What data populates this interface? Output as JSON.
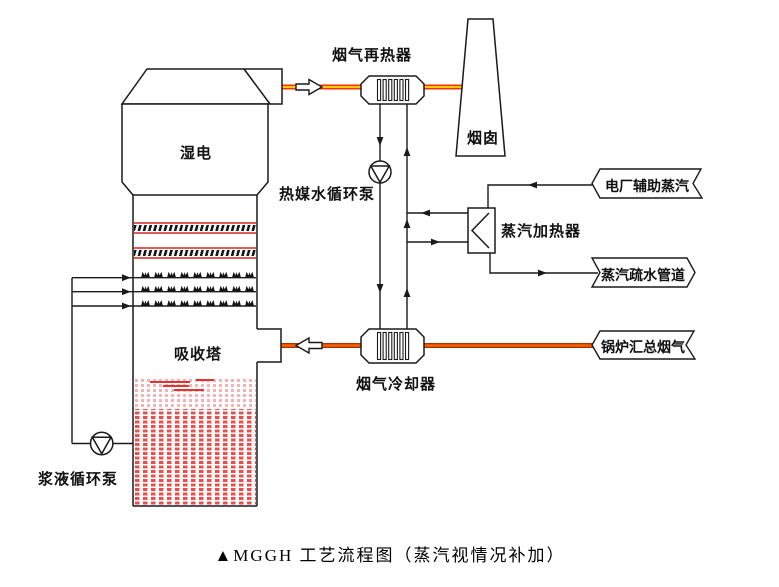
{
  "diagram": {
    "caption": "▲MGGH 工艺流程图（蒸汽视情况补加）",
    "labels": {
      "wet_esp": "湿电",
      "flue_gas_reheater": "烟气再热器",
      "chimney": "烟囱",
      "heat_medium_pump": "热媒水循环泵",
      "steam_heater": "蒸汽加热器",
      "aux_steam": "电厂辅助蒸汽",
      "steam_drain": "蒸汽疏水管道",
      "boiler_gas": "锅炉汇总烟气",
      "flue_gas_cooler": "烟气冷却器",
      "absorber": "吸收塔",
      "slurry_pump": "浆液循环泵"
    },
    "colors": {
      "hot_gas_outer": "#ee3311",
      "hot_gas_inner": "#ffcc00",
      "raw_gas_outer": "#a83200",
      "raw_gas_inner": "#ff6600",
      "demister_red": "#e05a5a",
      "slurry_red": "#e85050",
      "line_black": "#1a1a1a"
    },
    "tower": {
      "nozzle_rows": 3,
      "nozzles_per_row": 9
    }
  }
}
